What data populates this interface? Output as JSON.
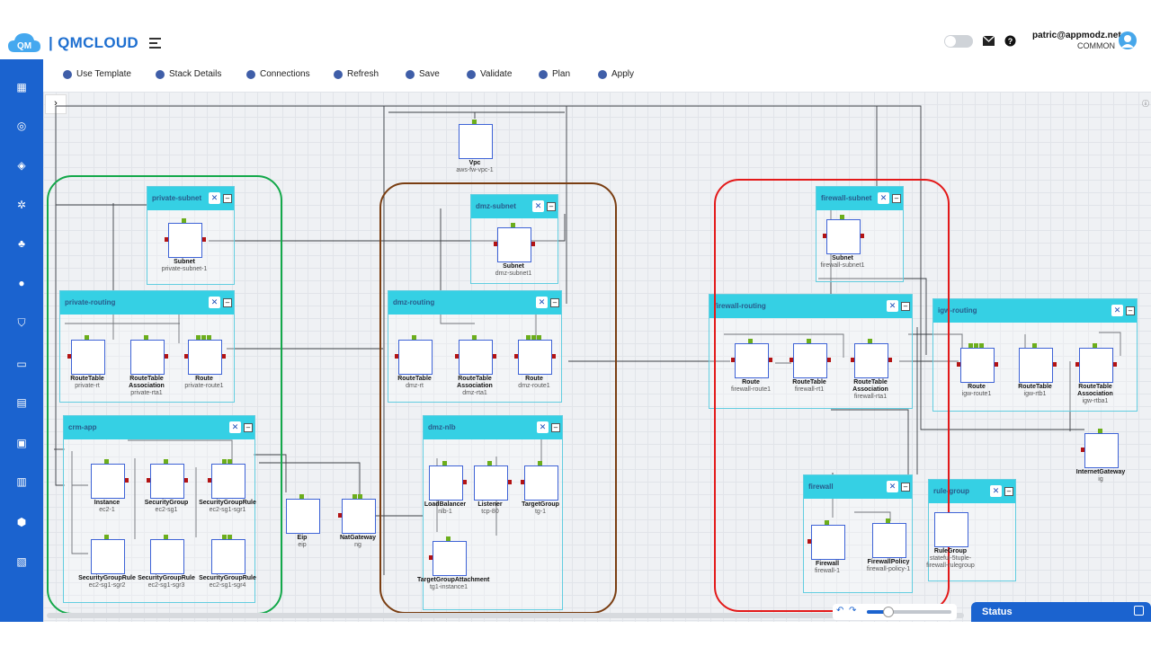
{
  "app": {
    "name": "| QMCLOUD",
    "logo_text": "QM"
  },
  "user": {
    "email": "patric@appmodz.net",
    "org": "COMMON"
  },
  "colors": {
    "primary": "#1b63cf",
    "group_header": "#35d0e4",
    "node_border": "#3e63d6",
    "port_in": "#b31313",
    "port_top": "#6cae1b",
    "highlight_green": "#13a84a",
    "highlight_brown": "#7a3e12",
    "highlight_red": "#e31919"
  },
  "sidebar": {
    "icons": [
      "dashboard-icon",
      "globe-icon",
      "layers-icon",
      "network-icon",
      "users-icon",
      "user-icon",
      "shield-icon",
      "monitor-icon",
      "table-icon",
      "briefcase-icon",
      "id-card-icon",
      "hexagon-icon",
      "building-icon"
    ]
  },
  "toolbar": [
    {
      "label": "Use Template",
      "icon": "template-icon"
    },
    {
      "label": "Stack Details",
      "icon": "stack-icon"
    },
    {
      "label": "Connections",
      "icon": "connections-icon"
    },
    {
      "label": "Refresh",
      "icon": "refresh-icon"
    },
    {
      "label": "Save",
      "icon": "save-icon"
    },
    {
      "label": "Validate",
      "icon": "validate-icon"
    },
    {
      "label": "Plan",
      "icon": "plan-icon"
    },
    {
      "label": "Apply",
      "icon": "apply-icon"
    }
  ],
  "groups": [
    {
      "name": "private-subnet"
    },
    {
      "name": "private-routing"
    },
    {
      "name": "crm-app"
    },
    {
      "name": "dmz-subnet"
    },
    {
      "name": "dmz-routing"
    },
    {
      "name": "dmz-nlb"
    },
    {
      "name": "firewall-subnet"
    },
    {
      "name": "firewall-routing"
    },
    {
      "name": "igw-routing"
    },
    {
      "name": "firewall"
    },
    {
      "name": "rule-group"
    }
  ],
  "nodes": [
    {
      "title": "Vpc",
      "sub": "aws-fw-vpc-1"
    },
    {
      "title": "Subnet",
      "sub": "private-subnet-1"
    },
    {
      "title": "RouteTable",
      "sub": "private-rt"
    },
    {
      "title": "RouteTable Association",
      "sub": "private-rta1"
    },
    {
      "title": "Route",
      "sub": "private-route1"
    },
    {
      "title": "Instance",
      "sub": "ec2-1"
    },
    {
      "title": "SecurityGroup",
      "sub": "ec2-sg1"
    },
    {
      "title": "SecurityGroupRule",
      "sub": "ec2-sg1-sgr1"
    },
    {
      "title": "SecurityGroupRule",
      "sub": "ec2-sg1-sgr2"
    },
    {
      "title": "SecurityGroupRule",
      "sub": "ec2-sg1-sgr3"
    },
    {
      "title": "SecurityGroupRule",
      "sub": "ec2-sg1-sgr4"
    },
    {
      "title": "Eip",
      "sub": "eip"
    },
    {
      "title": "NatGateway",
      "sub": "ng"
    },
    {
      "title": "Subnet",
      "sub": "dmz-subnet1"
    },
    {
      "title": "RouteTable",
      "sub": "dmz-rt"
    },
    {
      "title": "RouteTable Association",
      "sub": "dmz-rta1"
    },
    {
      "title": "Route",
      "sub": "dmz-route1"
    },
    {
      "title": "LoadBalancer",
      "sub": "nlb-1"
    },
    {
      "title": "Listener",
      "sub": "tcp-80"
    },
    {
      "title": "TargetGroup",
      "sub": "tg-1"
    },
    {
      "title": "TargetGroupAttachment",
      "sub": "tg1-instance1"
    },
    {
      "title": "Subnet",
      "sub": "firewall-subnet1"
    },
    {
      "title": "Route",
      "sub": "firewall-route1"
    },
    {
      "title": "RouteTable",
      "sub": "firewall-rt1"
    },
    {
      "title": "RouteTable Association",
      "sub": "firewall-rta1"
    },
    {
      "title": "Route",
      "sub": "igw-route1"
    },
    {
      "title": "RouteTable",
      "sub": "igw-rtb1"
    },
    {
      "title": "RouteTable Association",
      "sub": "igw-rtba1"
    },
    {
      "title": "InternetGateway",
      "sub": "ig"
    },
    {
      "title": "Firewall",
      "sub": "firewall-1"
    },
    {
      "title": "FirewallPolicy",
      "sub": "firewall-policy-1"
    },
    {
      "title": "RuleGroup",
      "sub": "stateful-5tuple-firewall-rulegroup"
    }
  ],
  "status": {
    "label": "Status"
  }
}
